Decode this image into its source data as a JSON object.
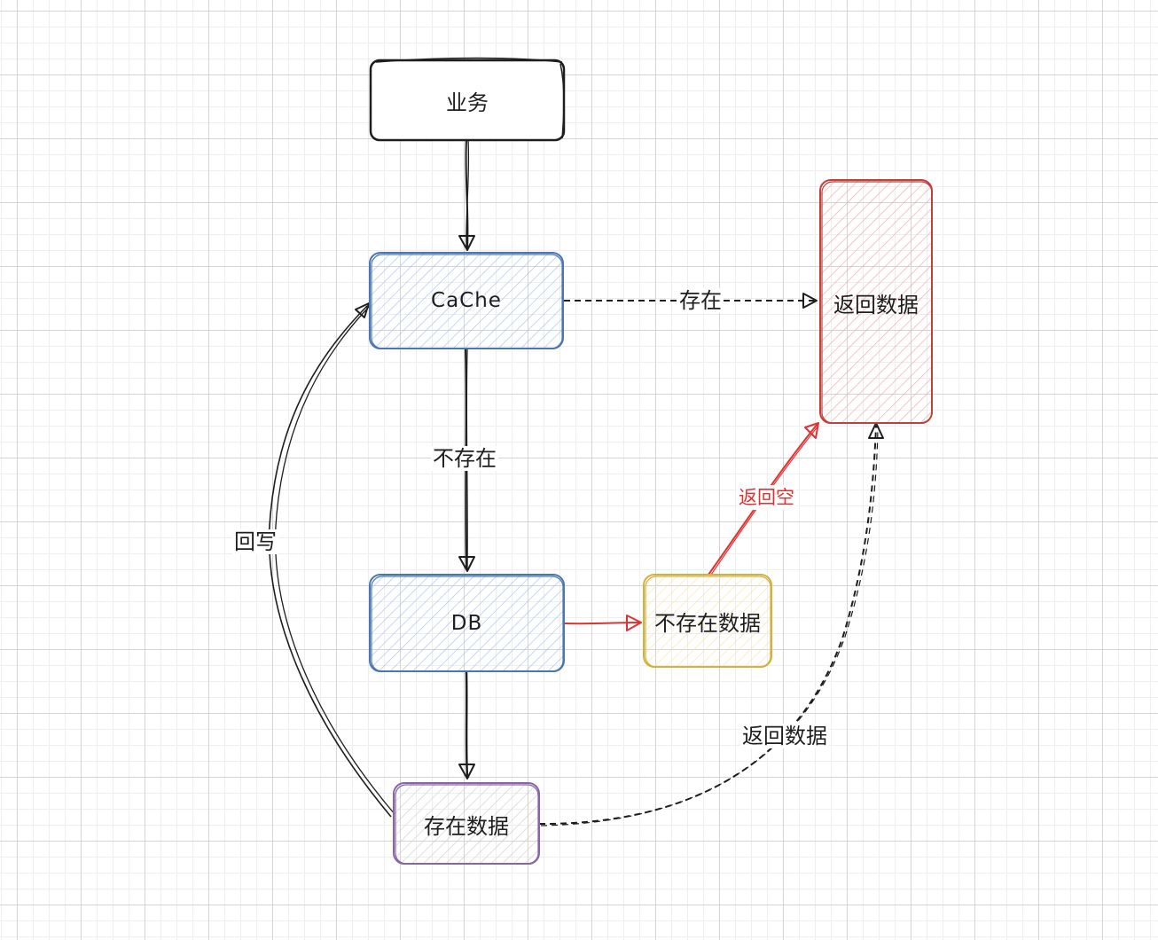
{
  "diagram": {
    "nodes": {
      "business": {
        "label": "业务",
        "stroke": "#1e1e1e",
        "fill": "#ffffff"
      },
      "cache": {
        "label": "CaChe",
        "stroke": "#4a76b4",
        "fill": "#a5c3f0"
      },
      "return_data": {
        "label": "返回数据",
        "stroke": "#c0403a",
        "fill": "#f5a8a8"
      },
      "db": {
        "label": "DB",
        "stroke": "#4a76b4",
        "fill": "#a5c3f0"
      },
      "not_exist_data": {
        "label": "不存在数据",
        "stroke": "#d4b13e",
        "fill": "#fde6a0"
      },
      "exist_data": {
        "label": "存在数据",
        "stroke": "#8a63a8",
        "fill": "#c9c9c9"
      }
    },
    "edges": {
      "business_to_cache": {
        "label": ""
      },
      "cache_to_return": {
        "label": "存在"
      },
      "cache_to_db": {
        "label": "不存在"
      },
      "db_to_not_exist": {
        "label": ""
      },
      "not_exist_to_return": {
        "label": "返回空",
        "color": "#e03131"
      },
      "exist_to_return": {
        "label": "返回数据"
      },
      "exist_to_cache": {
        "label": "回写"
      },
      "db_to_exist": {
        "label": ""
      }
    }
  }
}
